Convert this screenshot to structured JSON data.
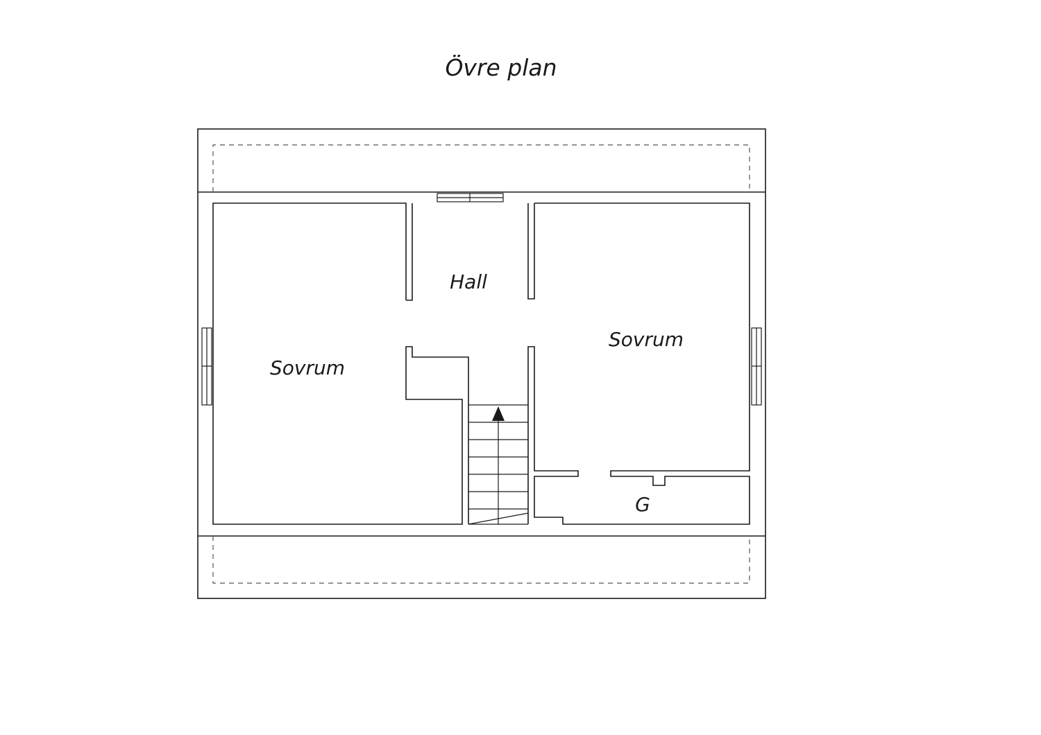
{
  "floor_title": "Övre plan",
  "rooms": {
    "bedroom_left": "Sovrum",
    "hall": "Hall",
    "bedroom_right": "Sovrum",
    "closet": "G"
  },
  "colors": {
    "line": "#1a1a1a",
    "dashed_line": "#555555",
    "background": "#ffffff"
  },
  "icons": {
    "stair_direction": "up-arrow-icon"
  }
}
